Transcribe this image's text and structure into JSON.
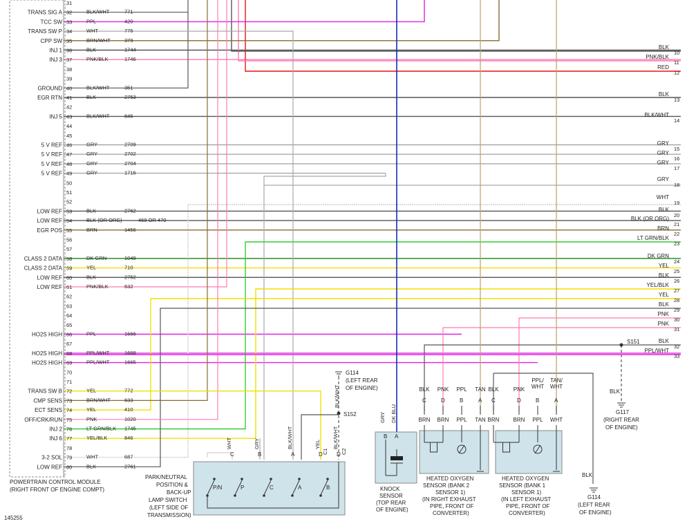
{
  "pcm": {
    "title_line1": "POWERTRAIN CONTROL MODULE",
    "title_line2": "(RIGHT FRONT OF ENGINE COMPT)",
    "pins": [
      {
        "pin": "31",
        "label": "",
        "color": "",
        "circuit": ""
      },
      {
        "pin": "32",
        "label": "TRANS SIG A",
        "color": "BLK/WHT",
        "circuit": "771"
      },
      {
        "pin": "33",
        "label": "TCC SW",
        "color": "PPL",
        "circuit": "420"
      },
      {
        "pin": "34",
        "label": "TRANS SW P",
        "color": "WHT",
        "circuit": "776"
      },
      {
        "pin": "35",
        "label": "CPP SW",
        "color": "BRN/WHT",
        "circuit": "379"
      },
      {
        "pin": "36",
        "label": "INJ 1",
        "color": "BLK",
        "circuit": "1744"
      },
      {
        "pin": "37",
        "label": "INJ 3",
        "color": "PNK/BLK",
        "circuit": "1746"
      },
      {
        "pin": "38",
        "label": "",
        "color": "",
        "circuit": ""
      },
      {
        "pin": "39",
        "label": "",
        "color": "",
        "circuit": ""
      },
      {
        "pin": "40",
        "label": "GROUND",
        "color": "BLK/WHT",
        "circuit": "351"
      },
      {
        "pin": "41",
        "label": "EGR RTN",
        "color": "BLK",
        "circuit": "2753"
      },
      {
        "pin": "42",
        "label": "",
        "color": "",
        "circuit": ""
      },
      {
        "pin": "43",
        "label": "INJ 5",
        "color": "BLK/WHT",
        "circuit": "845"
      },
      {
        "pin": "44",
        "label": "",
        "color": "",
        "circuit": ""
      },
      {
        "pin": "45",
        "label": "",
        "color": "",
        "circuit": ""
      },
      {
        "pin": "46",
        "label": "5 V REF",
        "color": "GRY",
        "circuit": "2709"
      },
      {
        "pin": "47",
        "label": "5 V REF",
        "color": "GRY",
        "circuit": "2702"
      },
      {
        "pin": "48",
        "label": "5 V REF",
        "color": "GRY",
        "circuit": "2704"
      },
      {
        "pin": "49",
        "label": "5 V REF",
        "color": "GRY",
        "circuit": "1716"
      },
      {
        "pin": "50",
        "label": "",
        "color": "",
        "circuit": ""
      },
      {
        "pin": "51",
        "label": "",
        "color": "",
        "circuit": ""
      },
      {
        "pin": "52",
        "label": "",
        "color": "",
        "circuit": ""
      },
      {
        "pin": "53",
        "label": "LOW REF",
        "color": "BLK",
        "circuit": "2762"
      },
      {
        "pin": "54",
        "label": "LOW REF",
        "color": "BLK (OR ORG)",
        "circuit": "469 OR 470"
      },
      {
        "pin": "55",
        "label": "EGR POS",
        "color": "BRN",
        "circuit": "1456"
      },
      {
        "pin": "56",
        "label": "",
        "color": "",
        "circuit": ""
      },
      {
        "pin": "57",
        "label": "",
        "color": "",
        "circuit": ""
      },
      {
        "pin": "58",
        "label": "CLASS 2 DATA",
        "color": "DK GRN",
        "circuit": "1049"
      },
      {
        "pin": "59",
        "label": "CLASS 2 DATA",
        "color": "YEL",
        "circuit": "710"
      },
      {
        "pin": "60",
        "label": "LOW REF",
        "color": "BLK",
        "circuit": "2752"
      },
      {
        "pin": "61",
        "label": "LOW REF",
        "color": "PNK/BLK",
        "circuit": "632"
      },
      {
        "pin": "62",
        "label": "",
        "color": "",
        "circuit": ""
      },
      {
        "pin": "63",
        "label": "",
        "color": "",
        "circuit": ""
      },
      {
        "pin": "64",
        "label": "",
        "color": "",
        "circuit": ""
      },
      {
        "pin": "65",
        "label": "",
        "color": "",
        "circuit": ""
      },
      {
        "pin": "66",
        "label": "HO2S HIGH",
        "color": "PPL",
        "circuit": "1666"
      },
      {
        "pin": "67",
        "label": "",
        "color": "",
        "circuit": ""
      },
      {
        "pin": "68",
        "label": "HO2S HIGH",
        "color": "PPL/WHT",
        "circuit": "1668"
      },
      {
        "pin": "69",
        "label": "HO2S HIGH",
        "color": "PPL/WHT",
        "circuit": "1665"
      },
      {
        "pin": "70",
        "label": "",
        "color": "",
        "circuit": ""
      },
      {
        "pin": "71",
        "label": "",
        "color": "",
        "circuit": ""
      },
      {
        "pin": "72",
        "label": "TRANS SW B",
        "color": "YEL",
        "circuit": "772"
      },
      {
        "pin": "73",
        "label": "CMP SENS",
        "color": "BRN/WHT",
        "circuit": "633"
      },
      {
        "pin": "74",
        "label": "ECT SENS",
        "color": "YEL",
        "circuit": "410"
      },
      {
        "pin": "75",
        "label": "OFF/CRK/RUN",
        "color": "PNK",
        "circuit": "1020"
      },
      {
        "pin": "76",
        "label": "INJ 2",
        "color": "LT GRN/BLK",
        "circuit": "1745"
      },
      {
        "pin": "77",
        "label": "INJ 6",
        "color": "YEL/BLK",
        "circuit": "846"
      },
      {
        "pin": "78",
        "label": "",
        "color": "",
        "circuit": ""
      },
      {
        "pin": "79",
        "label": "3-2 SOL",
        "color": "WHT",
        "circuit": "687"
      },
      {
        "pin": "80",
        "label": "LOW REF",
        "color": "BLK",
        "circuit": "2761"
      }
    ]
  },
  "right_wires": [
    {
      "color": "BLK",
      "num": "10"
    },
    {
      "color": "PNK/BLK",
      "num": "11"
    },
    {
      "color": "RED",
      "num": "12"
    },
    {
      "color": "BLK",
      "num": "13"
    },
    {
      "color": "BLK/WHT",
      "num": "14"
    },
    {
      "color": "GRY",
      "num": "15"
    },
    {
      "color": "GRY",
      "num": "16"
    },
    {
      "color": "GRY",
      "num": "17"
    },
    {
      "color": "GRY",
      "num": "18"
    },
    {
      "color": "WHT",
      "num": "19"
    },
    {
      "color": "BLK",
      "num": "20"
    },
    {
      "color": "BLK (OR ORG)",
      "num": "21"
    },
    {
      "color": "BRN",
      "num": "22"
    },
    {
      "color": "LT GRN/BLK",
      "num": "23"
    },
    {
      "color": "DK GRN",
      "num": "24"
    },
    {
      "color": "YEL",
      "num": "25"
    },
    {
      "color": "BLK",
      "num": "26"
    },
    {
      "color": "YEL/BLK",
      "num": "27"
    },
    {
      "color": "YEL",
      "num": "28"
    },
    {
      "color": "BLK",
      "num": "29"
    },
    {
      "color": "PNK",
      "num": "30"
    },
    {
      "color": "PNK",
      "num": "31"
    },
    {
      "color": "BLK",
      "num": "32"
    },
    {
      "color": "PPL/WHT",
      "num": "33"
    }
  ],
  "splices": {
    "s151": "S151",
    "s152": "S152"
  },
  "grounds": {
    "g114_top": [
      "G114",
      "(LEFT REAR",
      "OF ENGINE)"
    ],
    "g117": [
      "G117",
      "(RIGHT REAR",
      "OF ENGINE)"
    ],
    "g114_bottom": [
      "G114",
      "(LEFT REAR",
      "OF ENGINE)"
    ],
    "blk_g117": "BLK",
    "blk_g114": "BLK"
  },
  "pnp_switch": {
    "label": [
      "PARK/NEUTRAL",
      "POSITION &",
      "BACK-UP",
      "LAMP SWITCH",
      "(LEFT SIDE OF",
      "TRANSMISSION)"
    ],
    "pins": [
      "C",
      "B",
      "A",
      "D",
      "D"
    ],
    "wires": [
      "WHT",
      "GRY",
      "BLK/WHT",
      "YEL",
      "BLK/WHT"
    ],
    "connectors": [
      "C1",
      "C2"
    ],
    "positions": [
      "P/N",
      "P",
      "C",
      "A",
      "B"
    ],
    "splice_wire": "BLK/WHT"
  },
  "knock_sensor": {
    "pins": [
      "B",
      "A"
    ],
    "wires": [
      "GRY",
      "DK BLU"
    ],
    "label": [
      "KNOCK",
      "SENSOR",
      "(TOP REAR",
      "OF ENGINE)"
    ]
  },
  "ho2s_bank2": {
    "pins": [
      "C",
      "D",
      "B",
      "A"
    ],
    "wires_top": [
      "BLK",
      "PNK",
      "PPL",
      "TAN"
    ],
    "wires_bottom": [
      "BRN",
      "BRN",
      "PPL",
      "TAN"
    ],
    "label": [
      "HEATED OXYGEN",
      "SENSOR (BANK 2",
      "SENSOR 1)",
      "(IN RIGHT EXHAUST",
      "PIPE, FRONT OF",
      "CONVERTER)"
    ]
  },
  "ho2s_bank1": {
    "pins": [
      "C",
      "D",
      "B",
      "A"
    ],
    "wires_top": [
      "BLK",
      "PNK",
      "PPL/\nWHT",
      "TAN/\nWHT"
    ],
    "wires_bottom": [
      "BRN",
      "BRN",
      "PPL",
      "WHT"
    ],
    "label": [
      "HEATED OXYGEN",
      "SENSOR (BANK 1",
      "SENSOR 1)",
      "(IN LEFT EXHAUST",
      "PIPE, FRONT OF",
      "CONVERTER)"
    ]
  },
  "figure_id": "145255",
  "colors": {
    "blk": "#555555",
    "pnk": "#ff7ab5",
    "red": "#ee1111",
    "gry": "#a8a8a8",
    "wht": "#cfcfcf",
    "brn": "#8a6a30",
    "tan": "#b8a46a",
    "ltgrn": "#33cc33",
    "dkgrn": "#118811",
    "yel": "#f0e000",
    "ppl": "#e020e0",
    "dkblu": "#1030b0",
    "sensor_fill": "#cfe3ea"
  }
}
